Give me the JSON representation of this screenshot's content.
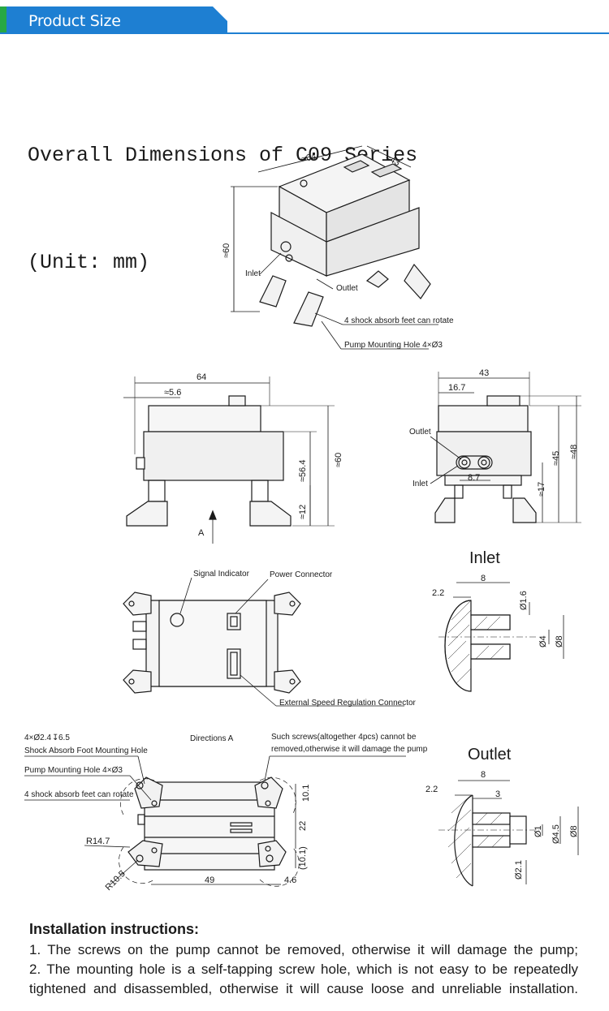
{
  "header": {
    "title": "Product Size",
    "accent_color": "#1e7fd2",
    "green_color": "#27a844"
  },
  "doc_title": {
    "line1": "Overall Dimensions of C09 Series",
    "line2": "(Unit: mm)"
  },
  "iso_view": {
    "dim_length": "≈64",
    "dim_width": "≈43",
    "dim_height": "≈60",
    "inlet": "Inlet",
    "outlet": "Outlet",
    "feet_note": "4 shock absorb feet can rotate",
    "mounting_hole": "Pump Mounting Hole 4×Ø3"
  },
  "front_view": {
    "dim_width": "64",
    "dim_offset": "≈5.6",
    "dim_body": "≈56.4",
    "dim_total": "≈60",
    "dim_foot": "≈12",
    "arrow_label": "A"
  },
  "side_view": {
    "dim_width": "43",
    "dim_offset": "16.7",
    "dim_port": "8.7",
    "dim_45": "≈45",
    "dim_48": "≈48",
    "dim_17": "≈17",
    "outlet": "Outlet",
    "inlet": "Inlet"
  },
  "top_view": {
    "signal_indicator": "Signal Indicator",
    "power_connector": "Power Connector",
    "speed_connector": "External Speed Regulation Connector"
  },
  "inlet_detail": {
    "title": "Inlet",
    "dim_len": "8",
    "dim_lip": "2.2",
    "dim_16": "Ø1.6",
    "dim_4": "Ø4",
    "dim_8": "Ø8"
  },
  "outlet_detail": {
    "title": "Outlet",
    "dim_len": "8",
    "dim_lip": "2.2",
    "dim_3": "3",
    "dim_1": "Ø1",
    "dim_45": "Ø4.5",
    "dim_8": "Ø8",
    "dim_21": "Ø2.1"
  },
  "bottom_view": {
    "hole_spec_a": "4×Ø2.4",
    "hole_spec_b": "6.5",
    "hole_label": "Shock Absorb Foot Mounting Hole",
    "mounting_hole": "Pump Mounting Hole 4×Ø3",
    "feet_note": "4 shock absorb feet can rotate",
    "directions": "Directions A",
    "screws_note_1": "Such screws(altogether 4pcs) cannot be",
    "screws_note_2": "removed,otherwise it will damage the pump",
    "dim_r147": "R14.7",
    "dim_r105": "R10.5",
    "dim_101_top": "10.1",
    "dim_22": "22",
    "dim_101_bot": "(10.1)",
    "dim_49": "49",
    "dim_46": "4.6"
  },
  "installation": {
    "heading": "Installation instructions:",
    "line1": "1. The screws on the pump cannot be removed, otherwise it will damage the pump;",
    "line2": "2. The mounting hole is a self-tapping screw hole, which is not easy to be repeatedly",
    "line3": "tightened and disassembled, otherwise it will cause loose and unreliable installation."
  }
}
